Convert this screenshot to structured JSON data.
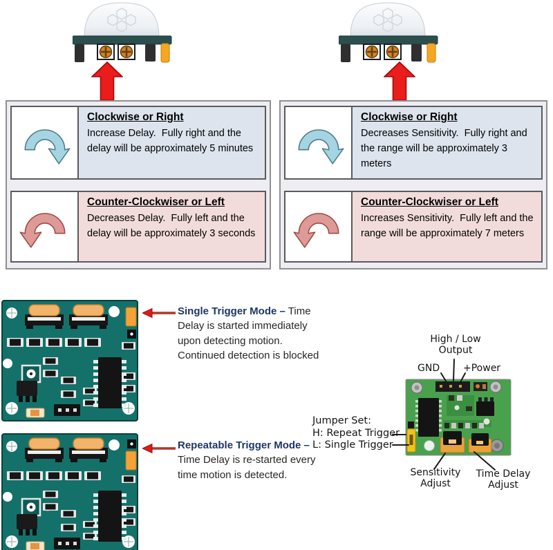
{
  "tables": {
    "left": {
      "rows": [
        {
          "heading": "Clockwise or Right",
          "body": "Increase Delay.  Fully right and the delay will be approximately 5 minutes"
        },
        {
          "heading": "Counter-Clockwiser or Left",
          "body": "Decreases Delay.  Fully left and the delay will be approximately 3 seconds"
        }
      ]
    },
    "right": {
      "rows": [
        {
          "heading": "Clockwise or Right",
          "body": "Decreases Sensitivity.  Fully right and the range will be approximately 3 meters"
        },
        {
          "heading": "Counter-Clockwiser or Left",
          "body": "Increases Sensitivity.  Fully left and the range will be approximately 7 meters"
        }
      ]
    }
  },
  "annotations": {
    "single_trigger": {
      "heading": "Single Trigger Mode –",
      "body": " Time Delay is started immediately upon detecting motion. Continued detection is blocked"
    },
    "repeatable_trigger": {
      "heading": "Repeatable Trigger Mode –",
      "body": " Time Delay is re-started every time motion is detected."
    }
  },
  "board_labels": {
    "output_line1": "High / Low",
    "output_line2": "Output",
    "gnd": "GND",
    "power": "+Power",
    "jumper_line1": "Jumper Set:",
    "jumper_line2": "H:  Repeat Trigger",
    "jumper_line3": "L:  Single Trigger",
    "sensitivity_line1": "Sensitivity",
    "sensitivity_line2": "Adjust",
    "timedelay_line1": "Time Delay",
    "timedelay_line2": "Adjust"
  },
  "colors": {
    "row_blue": "#dde4ee",
    "row_pink": "#f2dcdb",
    "table_bg": "#efedf4",
    "navy": "#1e3764",
    "red": "#e81a1a",
    "teal": "#14716a",
    "green": "#49a14d"
  }
}
